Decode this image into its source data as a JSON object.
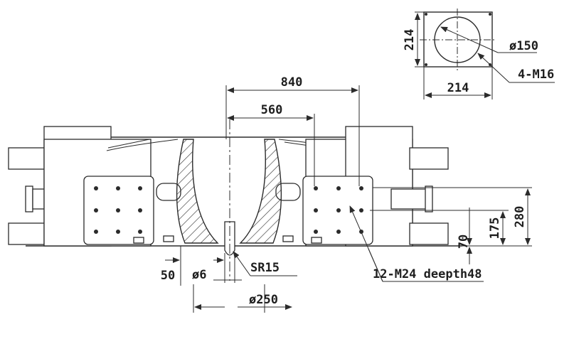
{
  "drawing": {
    "dimensions": {
      "overall_width": "840",
      "inner_width": "560",
      "height_total": "280",
      "height_mid": "175",
      "height_low": "70",
      "offset_left": "50",
      "pin_diameter": "ø6",
      "tip_radius": "SR15",
      "bore_diameter": "ø250",
      "thread_holes": "12-M24 deepth48"
    },
    "detail_view": {
      "side_vertical": "214",
      "side_horizontal": "214",
      "circle_diameter": "ø150",
      "bolt_holes": "4-M16"
    }
  }
}
